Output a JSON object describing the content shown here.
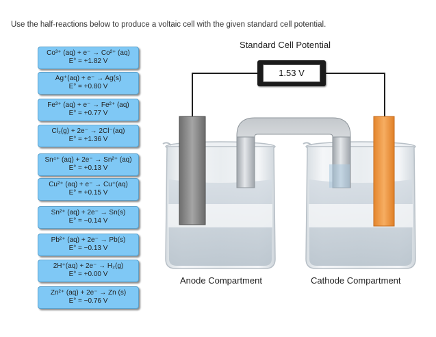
{
  "instruction": "Use the half-reactions below to produce a voltaic cell with the given standard cell potential.",
  "cards": [
    {
      "rxn": "Co³⁺ (aq) + e⁻ → Co²⁺ (aq)",
      "potential": "E° = +1.82 V"
    },
    {
      "rxn": "Ag⁺(aq) + e⁻ → Ag(s)",
      "potential": "E° = +0.80 V"
    },
    {
      "rxn": "Fe³⁺ (aq) + e⁻ → Fe²⁺ (aq)",
      "potential": "E° = +0.77 V"
    },
    {
      "rxn": "Cl₂(g) + 2e⁻ → 2Cl⁻(aq)",
      "potential": "E° = +1.36 V"
    },
    {
      "rxn": "Sn⁴⁺ (aq) + 2e⁻ → Sn²⁺ (aq)",
      "potential": "E° = +0.13 V"
    },
    {
      "rxn": "Cu²⁺ (aq) + e⁻ → Cu⁺(aq)",
      "potential": "E° = +0.15 V"
    },
    {
      "rxn": "Sn²⁺ (aq) + 2e⁻ → Sn(s)",
      "potential": "E° = −0.14 V"
    },
    {
      "rxn": "Pb²⁺ (aq) + 2e⁻ → Pb(s)",
      "potential": "E° = −0.13 V"
    },
    {
      "rxn": "2H⁺(aq) + 2e⁻ → H₂(g)",
      "potential": "E° = +0.00 V"
    },
    {
      "rxn": "Zn²⁺ (aq) + 2e⁻ → Zn (s)",
      "potential": "E° = −0.76 V"
    }
  ],
  "cell": {
    "title": "Standard Cell Potential",
    "voltage": "1.53 V",
    "anode_label": "Anode Compartment",
    "cathode_label": "Cathode Compartment"
  },
  "colors": {
    "card_fill": "#7fc8f5",
    "anode_electrode": "#8a8a8a",
    "cathode_electrode": "#f0973a",
    "solution": "#c9d6e0"
  }
}
